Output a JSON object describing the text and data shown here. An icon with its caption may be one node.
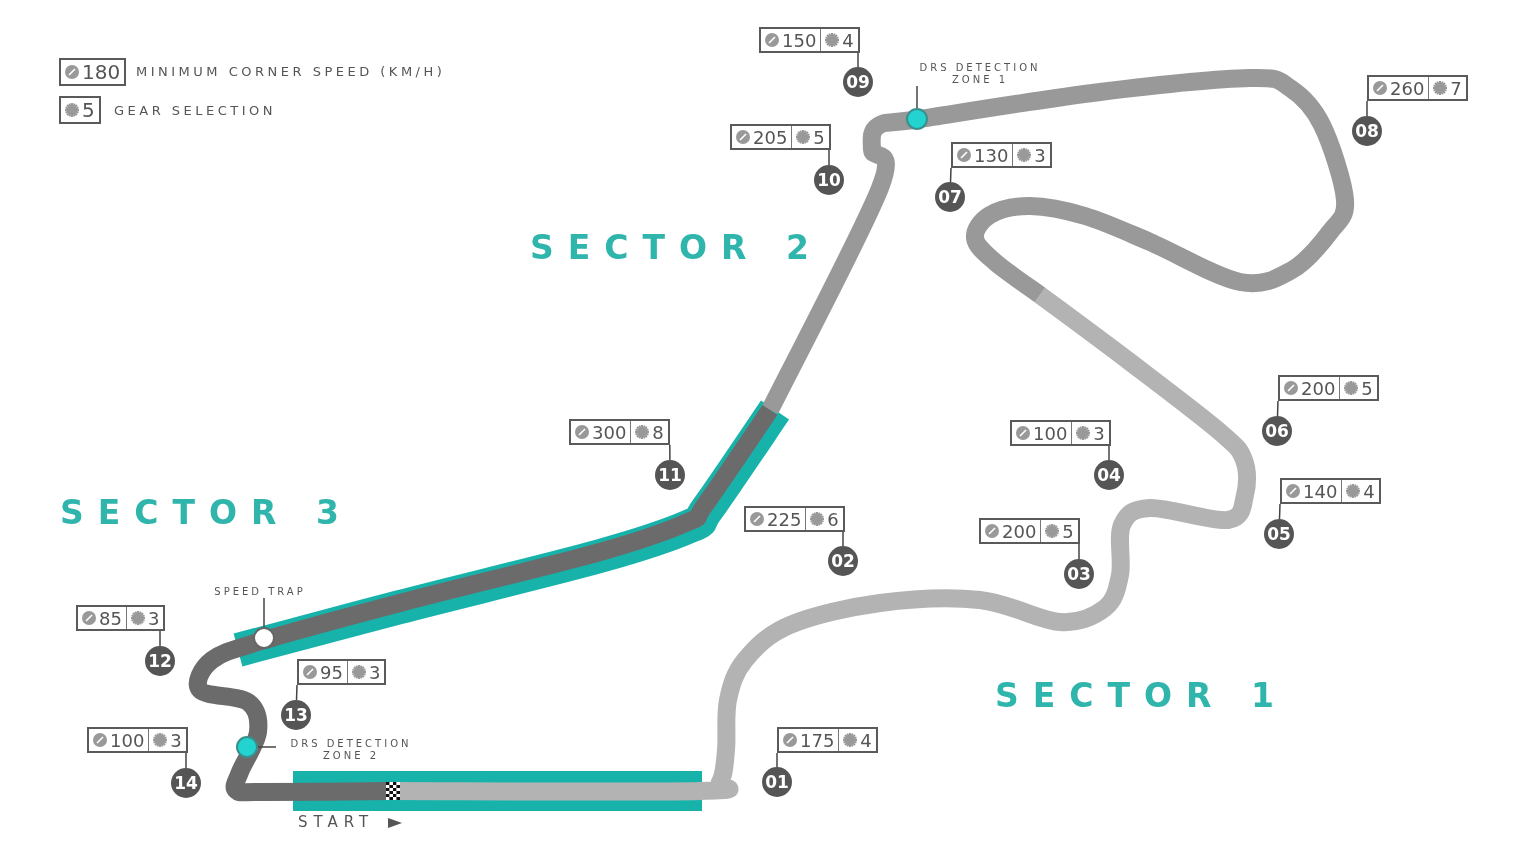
{
  "diagram": {
    "nodes": [
      {
        "text": [
          "175",
          "4"
        ]
      },
      {
        "text": [
          "01"
        ]
      },
      {
        "text": [
          "225",
          "6"
        ]
      },
      {
        "text": [
          "02"
        ]
      },
      {
        "text": [
          "200",
          "5"
        ]
      },
      {
        "text": [
          "03"
        ]
      },
      {
        "text": [
          "100",
          "3"
        ]
      },
      {
        "text": [
          "04"
        ]
      },
      {
        "text": [
          "140",
          "4"
        ]
      },
      {
        "text": [
          "05"
        ]
      },
      {
        "text": [
          "200",
          "5"
        ]
      },
      {
        "text": [
          "06"
        ]
      },
      {
        "text": [
          "130",
          "3"
        ]
      },
      {
        "text": [
          "07"
        ]
      },
      {
        "text": [
          "260",
          "7"
        ]
      },
      {
        "text": [
          "08"
        ]
      },
      {
        "text": [
          "150",
          "4"
        ]
      },
      {
        "text": [
          "09"
        ]
      },
      {
        "text": [
          "205",
          "5"
        ]
      },
      {
        "text": [
          "10"
        ]
      },
      {
        "text": [
          "300",
          "8"
        ]
      },
      {
        "text": [
          "11"
        ]
      },
      {
        "text": [
          "85",
          "3"
        ]
      },
      {
        "text": [
          "12"
        ]
      },
      {
        "text": [
          "95",
          "3"
        ]
      },
      {
        "text": [
          "13"
        ]
      },
      {
        "text": [
          "100",
          "3"
        ]
      },
      {
        "text": [
          "14"
        ]
      },
      {
        "text": [
          "DRS DETECTION ZONE 1"
        ]
      },
      {
        "text": [],
        "shape": "circle"
      },
      {
        "text": [
          "SPEED TRAP"
        ]
      },
      {
        "text": [],
        "shape": "circle"
      },
      {
        "text": [
          "DRS DETECTION ZONE 2"
        ]
      },
      {
        "text": [],
        "shape": "circle"
      }
    ],
    "edges": [
      {
        "from": 0,
        "to": 1,
        "arrow": "none"
      },
      {
        "from": 2,
        "to": 3,
        "arrow": "none"
      },
      {
        "from": 4,
        "to": 5,
        "arrow": "none"
      },
      {
        "from": 6,
        "to": 7,
        "arrow": "none"
      },
      {
        "from": 8,
        "to": 9,
        "arrow": "none"
      },
      {
        "from": 10,
        "to": 11,
        "arrow": "none"
      },
      {
        "from": 12,
        "to": 13,
        "arrow": "none"
      },
      {
        "from": 14,
        "to": 15,
        "arrow": "none"
      },
      {
        "from": 16,
        "to": 17,
        "arrow": "none"
      },
      {
        "from": 18,
        "to": 19,
        "arrow": "none"
      },
      {
        "from": 20,
        "to": 21,
        "arrow": "none"
      },
      {
        "from": 22,
        "to": 23,
        "arrow": "none"
      },
      {
        "from": 24,
        "to": 25,
        "arrow": "none"
      },
      {
        "from": 26,
        "to": 27,
        "arrow": "none"
      },
      {
        "from": 28,
        "to": 29,
        "arrow": "none"
      },
      {
        "from": 30,
        "to": 31,
        "arrow": "none"
      },
      {
        "from": 32,
        "to": 33,
        "arrow": "none"
      }
    ],
    "labels": [
      "180",
      "5",
      "SECTOR 2",
      "SECTOR 3",
      "SECTOR 1",
      "START"
    ],
    "legend": [
      {
        "text": "MINIMUM CORNER SPEED (KM/H)"
      },
      {
        "text": "GEAR SELECTION"
      }
    ]
  }
}
